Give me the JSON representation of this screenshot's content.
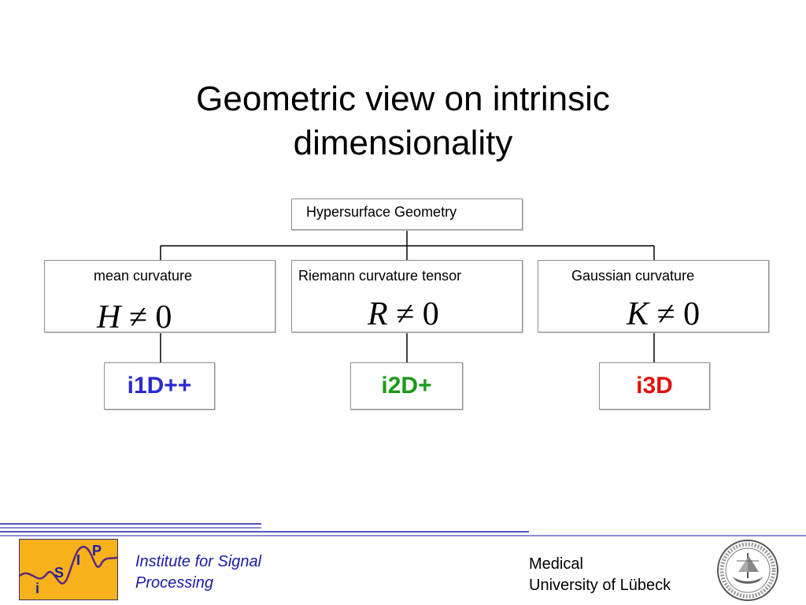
{
  "slide": {
    "title_line1": "Geometric view on intrinsic",
    "title_line2": "dimensionality"
  },
  "diagram": {
    "root": "Hypersurface Geometry",
    "concepts": [
      {
        "label": "mean curvature",
        "formula_var": "H",
        "formula_rest": " ≠ 0"
      },
      {
        "label": "Riemann curvature tensor",
        "formula_var": "R",
        "formula_rest": " ≠ 0"
      },
      {
        "label": "Gaussian curvature",
        "formula_var": "K",
        "formula_rest": " ≠ 0"
      }
    ],
    "results": [
      {
        "label": "i1D++",
        "color": "#2b2bd0"
      },
      {
        "label": "i2D+",
        "color": "#1a9a1a"
      },
      {
        "label": "i3D",
        "color": "#e01010"
      }
    ]
  },
  "footer": {
    "institute_line1": "Institute for Signal",
    "institute_line2": "Processing",
    "university_line1": "Medical",
    "university_line2": "University of Lübeck",
    "logo_letters": [
      "i",
      "S",
      "I",
      "P"
    ],
    "accent_color": "#1a1aa8",
    "logo_bg_color": "#f7b11a"
  }
}
